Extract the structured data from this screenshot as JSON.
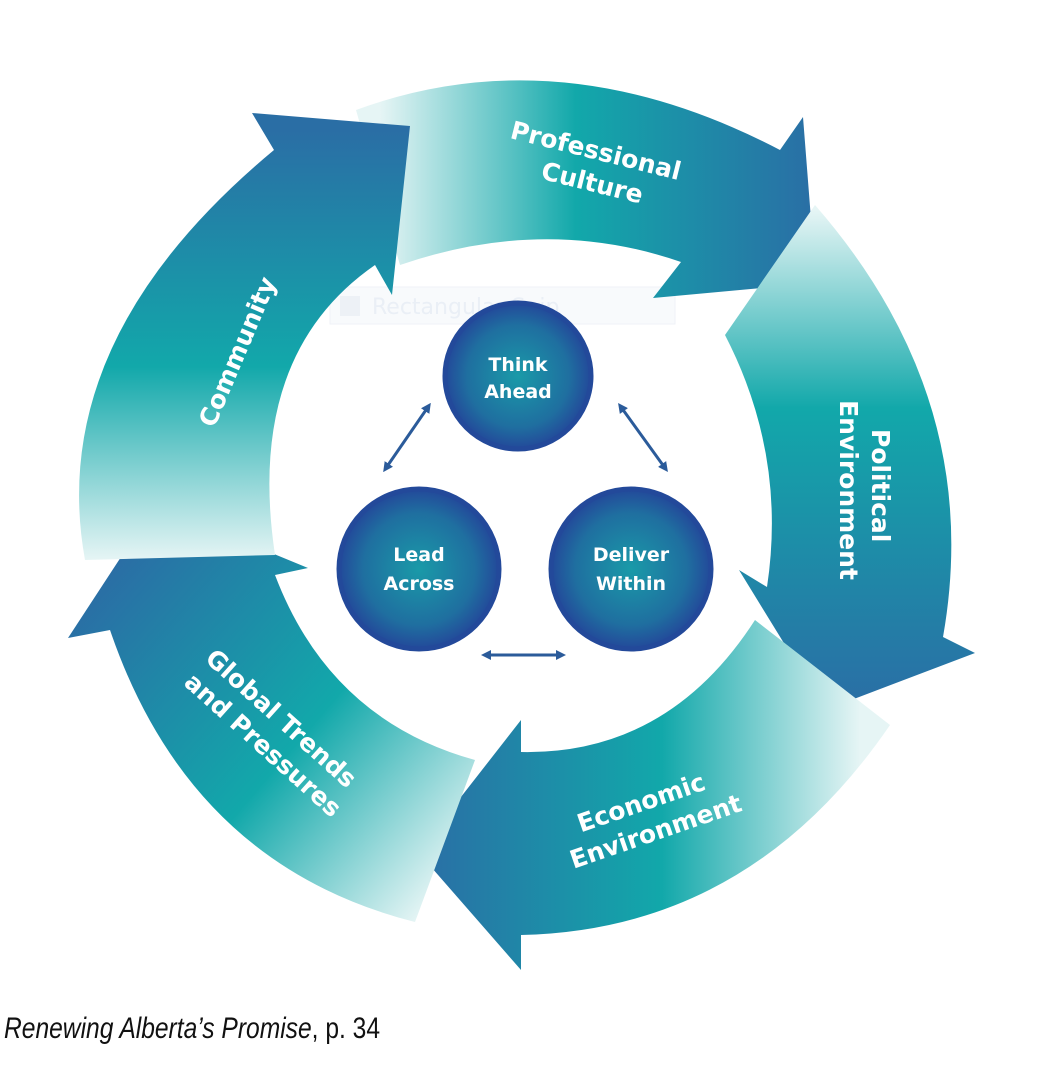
{
  "diagram": {
    "segments": [
      {
        "id": "professional-culture",
        "lines": [
          "Professional",
          "Culture"
        ]
      },
      {
        "id": "political-environment",
        "lines": [
          "Political",
          "Environment"
        ]
      },
      {
        "id": "economic-environment",
        "lines": [
          "Economic",
          "Environment"
        ]
      },
      {
        "id": "global-trends",
        "lines": [
          "Global Trends",
          "and Pressures"
        ]
      },
      {
        "id": "community",
        "lines": [
          "Community"
        ]
      }
    ],
    "circles": [
      {
        "id": "think-ahead",
        "lines": [
          "Think",
          "Ahead"
        ]
      },
      {
        "id": "lead-across",
        "lines": [
          "Lead",
          "Across"
        ]
      },
      {
        "id": "deliver-within",
        "lines": [
          "Deliver",
          "Within"
        ]
      }
    ],
    "ghost_label": "Rectangular Snip",
    "colors": {
      "dark_blue": "#2a6ea5",
      "teal": "#12a8aa",
      "fade": "#e6f5f5",
      "circle_outer": "#23499a",
      "circle_inner": "#1a9aa8",
      "arrow": "#2b5b9a"
    }
  },
  "caption": {
    "title": "Renewing Alberta’s Promise",
    "suffix": ", p. 34"
  }
}
